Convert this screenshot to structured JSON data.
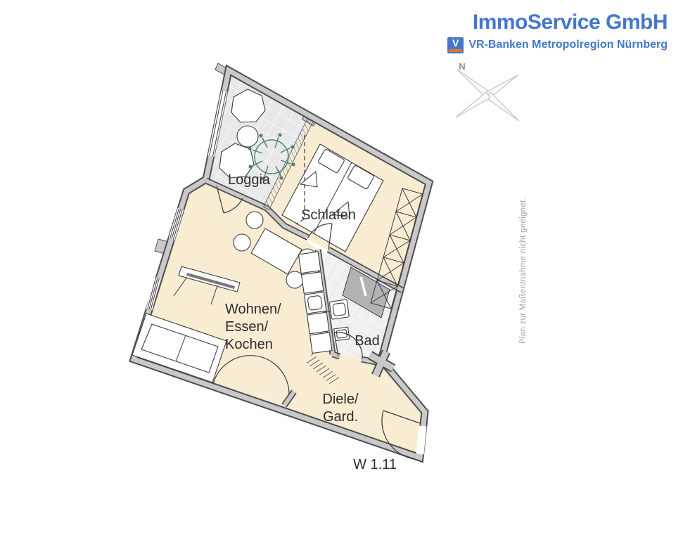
{
  "brand": {
    "title": "ImmoService GmbH",
    "subtitle": "VR-Banken Metropolregion Nürnberg",
    "mark_letter": "V"
  },
  "compass": {
    "north_label": "N"
  },
  "rooms": {
    "loggia": "Loggia",
    "schlafen": "Schlafen",
    "wohnen_line1": "Wohnen/",
    "wohnen_line2": "Essen/",
    "wohnen_line3": "Kochen",
    "bad": "Bad",
    "diele_line1": "Diele/",
    "diele_line2": "Gard."
  },
  "unit_label": "W 1.11",
  "disclaimer": "Plan zur Maßentnahme nicht geeignet.",
  "colors": {
    "brand_blue": "#4477cb",
    "brand_orange": "#e0762a",
    "floor_cream": "#f8ecd3",
    "floor_tile": "#e8e8ea",
    "bath_tile": "#f2f2f3",
    "wall_gray": "#c9c9c9",
    "shower_gray": "#b2b2b2",
    "plant_green": "#517f6b",
    "text_dark": "#2d2d2d",
    "muted_gray": "#9ba1a7"
  }
}
